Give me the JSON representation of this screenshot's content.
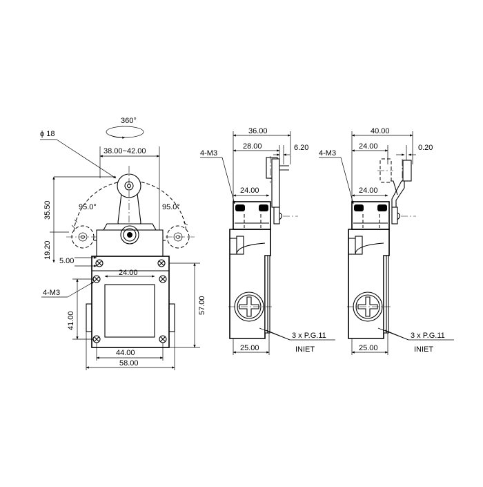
{
  "front_view": {
    "rotation": "360°",
    "roller_diameter": "ϕ 18",
    "width_range": "38.00~42.00",
    "height_upper": "35.50",
    "height_lower": "19.20",
    "angle_left": "95.0°",
    "angle_right": "95.0°",
    "offset": "5.00",
    "inner_width": "24.00",
    "screw_label": "4-M3",
    "height_inner": "41.00",
    "height_total": "57.00",
    "hole_spacing": "44.00",
    "body_width": "58.00"
  },
  "side_view_1": {
    "screw_label": "4-M3",
    "overall_width": "36.00",
    "arm_width": "28.00",
    "arm_offset": "6.20",
    "head_width": "24.00",
    "body_width": "25.00",
    "conduit_label": "3 x P.G.11",
    "inlet_label": "INIET"
  },
  "side_view_2": {
    "screw_label": "4-M3",
    "overall_width": "40.00",
    "arm_width": "24.00",
    "arm_offset": "0.20",
    "head_width": "24.00",
    "body_width": "25.00",
    "conduit_label": "3 x P.G.11",
    "inlet_label": "INIET"
  }
}
